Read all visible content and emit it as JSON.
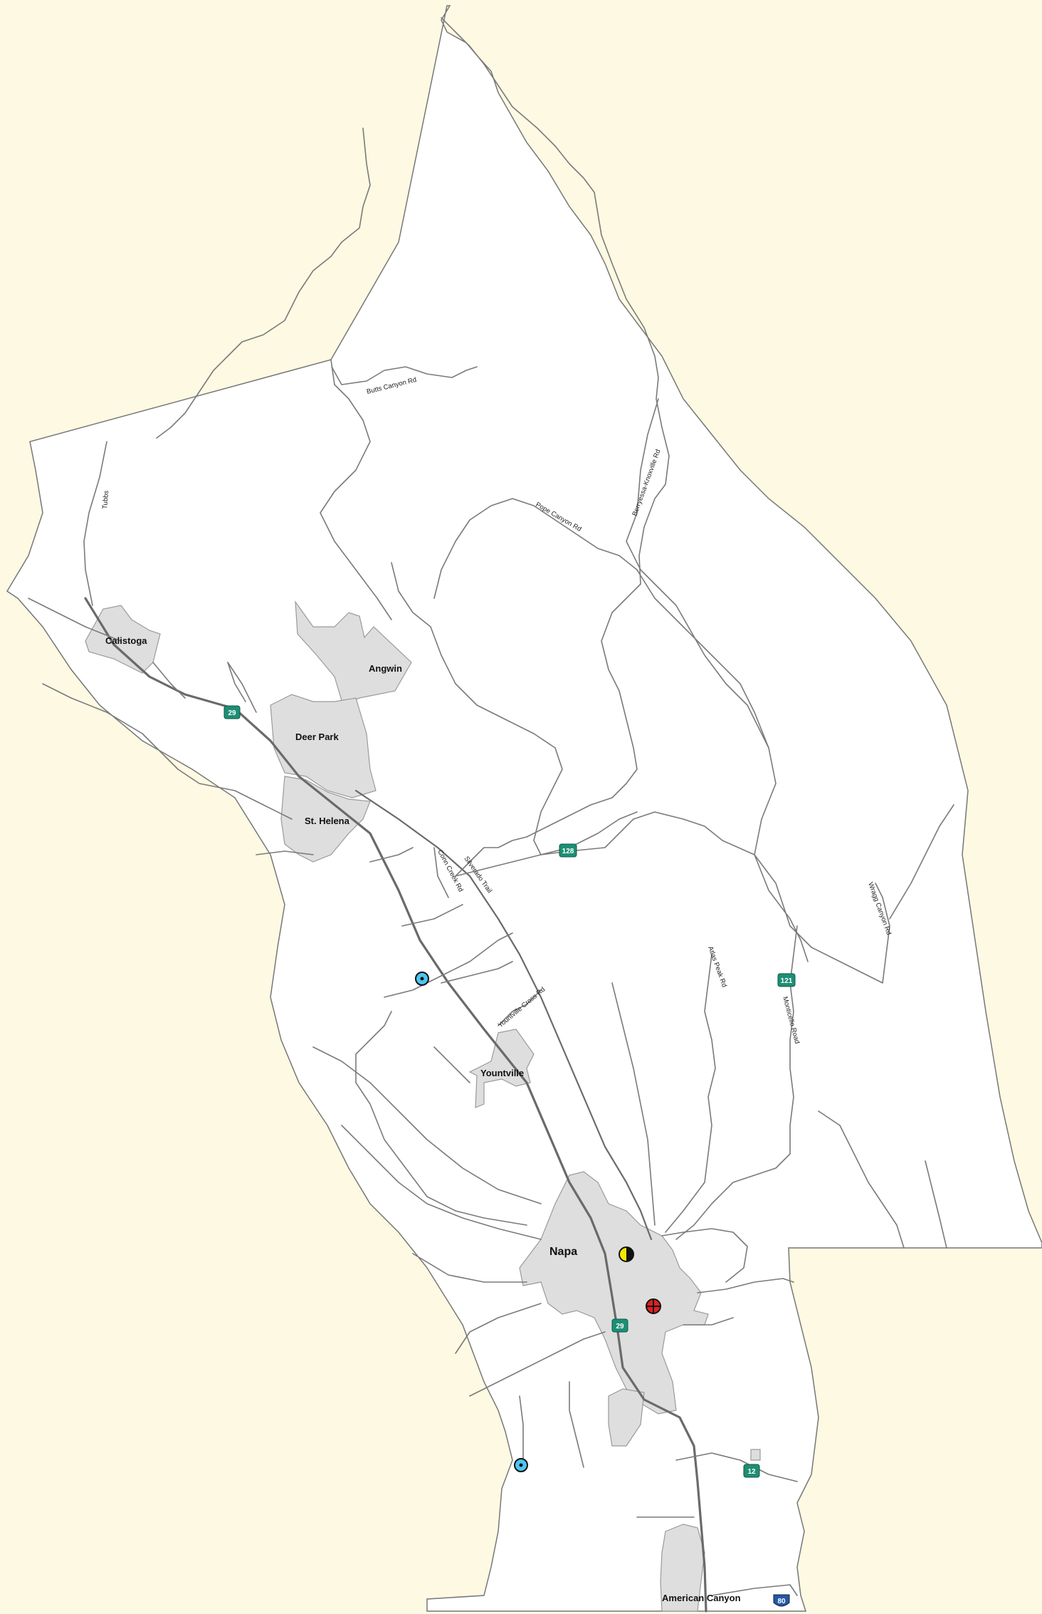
{
  "towns": {
    "calistoga": "Calistoga",
    "angwin": "Angwin",
    "deer_park": "Deer Park",
    "st_helena": "St. Helena",
    "yountville": "Yountville",
    "napa": "Napa",
    "american_canyon": "American Canyon"
  },
  "roads": {
    "butts_canyon": "Butts Canyon Rd",
    "pope_canyon": "Pope Canyon Rd",
    "berryessa_knoxville": "Berryessa-Knoxville Rd",
    "silverado_trail": "Silverado Trail",
    "conn_creek": "Conn Creek Rd",
    "yountville_cross": "Yountville Cross Rd",
    "atlas_peak": "Atlas Peak Rd",
    "monticello": "Monticello Road",
    "wragg_canyon": "Wragg Canyon Rd",
    "tubbs": "Tubbs"
  },
  "shields": {
    "ca29_north": "29",
    "ca128": "128",
    "ca121": "121",
    "ca29_south": "29",
    "ca12": "12",
    "i80": "80"
  },
  "markers": [
    {
      "name": "blue-target-marker-north",
      "icon": "circle-dot-icon",
      "color": "#4dc6f0"
    },
    {
      "name": "yellow-halfmoon-marker",
      "icon": "half-circle-icon",
      "color": "#f5e600"
    },
    {
      "name": "red-cross-marker",
      "icon": "crosshair-circle-icon",
      "color": "#e02020"
    },
    {
      "name": "blue-target-marker-south",
      "icon": "circle-dot-icon",
      "color": "#4dc6f0"
    }
  ],
  "colors": {
    "background": "#fdf9e3",
    "county": "#ffffff",
    "town_area": "#dedede",
    "state_route_shield": "#1d8f74",
    "interstate_shield": "#2457a8"
  }
}
